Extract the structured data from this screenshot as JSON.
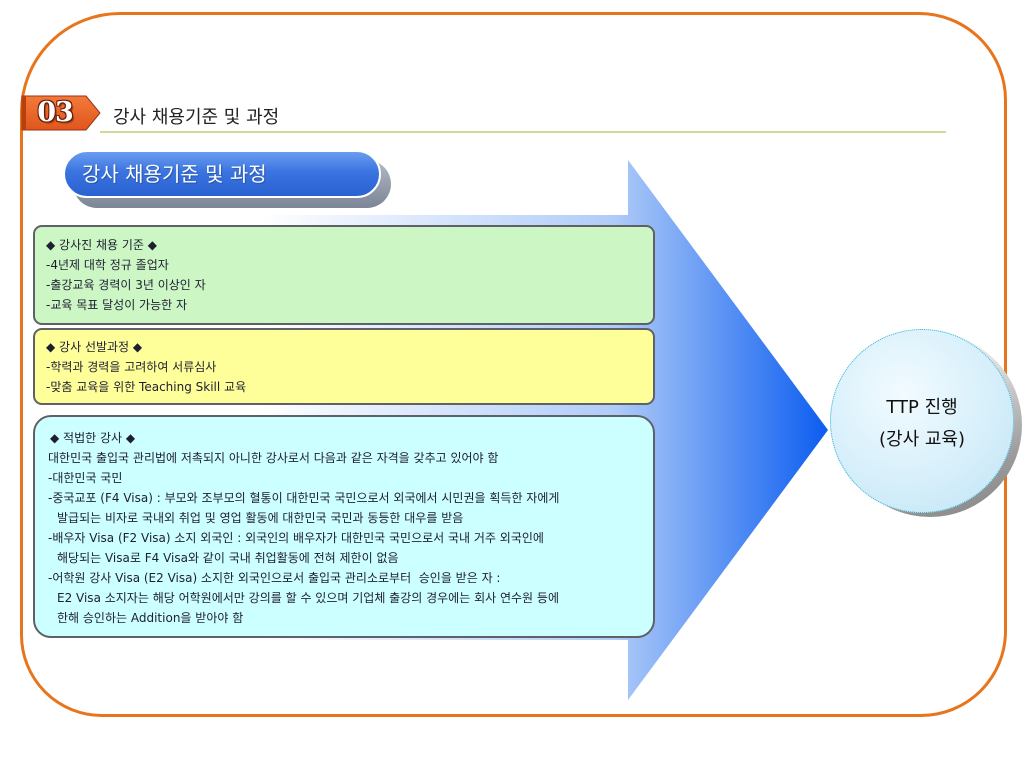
{
  "header": {
    "section_number": "03",
    "section_title": "강사 채용기준 및 과정"
  },
  "pill": {
    "label": "강사 채용기준 및 과정"
  },
  "criteria_box": {
    "heading": "◆ 강사진 채용 기준 ◆",
    "items": [
      "-4년제 대학 정규 졸업자",
      "-출강교육 경력이 3년 이상인 자",
      "-교육 목표 달성이 가능한 자"
    ]
  },
  "selection_box": {
    "heading": "◆ 강사 선발과정 ◆",
    "items": [
      "-학력과 경력을 고려하여 서류심사",
      "-맞춤 교육을 위한 Teaching Skill 교육"
    ]
  },
  "legal_box": {
    "heading": "◆ 적법한 강사 ◆",
    "intro": "대한민국 출입국 관리법에 저촉되지 아니한 강사로서 다음과 같은 자격을 갖추고 있어야 함",
    "lines": [
      "-대한민국 국민",
      "-중국교포 (F4 Visa) : 부모와 조부모의 혈통이 대한민국 국민으로서 외국에서 시민권을 획득한 자에게",
      "발급되는 비자로 국내외 취업 및 영업 활동에 대한민국 국민과 동등한 대우를 받음",
      "-배우자 Visa (F2 Visa) 소지 외국인 : 외국인의 배우자가 대한민국 국민으로서 국내 거주 외국인에",
      "해당되는 Visa로 F4 Visa와 같이 국내 취업활동에 전혀 제한이 없음",
      "-어학원 강사 Visa (E2 Visa) 소지한 외국인으로서 출입국 관리소로부터  승인을 받은 자 :",
      "E2 Visa 소지자는 해당 어학원에서만 강의를 할 수 있으며 기업체 출강의 경우에는 회사 연수원 등에",
      "한해 승인하는 Addition을 받아야 함"
    ]
  },
  "target_circle": {
    "line1": "TTP 진행",
    "line2": "(강사 교육)"
  },
  "colors": {
    "frame": "#e8751c",
    "badge": "#e0561d",
    "rule": "#cfd99a",
    "pill": "#3a74e0",
    "arrow": "#0a5cf0",
    "criteria_box": "#ccf7c4",
    "selection_box": "#ffff99",
    "legal_box": "#ccffff",
    "circle": "#d4eefa"
  }
}
